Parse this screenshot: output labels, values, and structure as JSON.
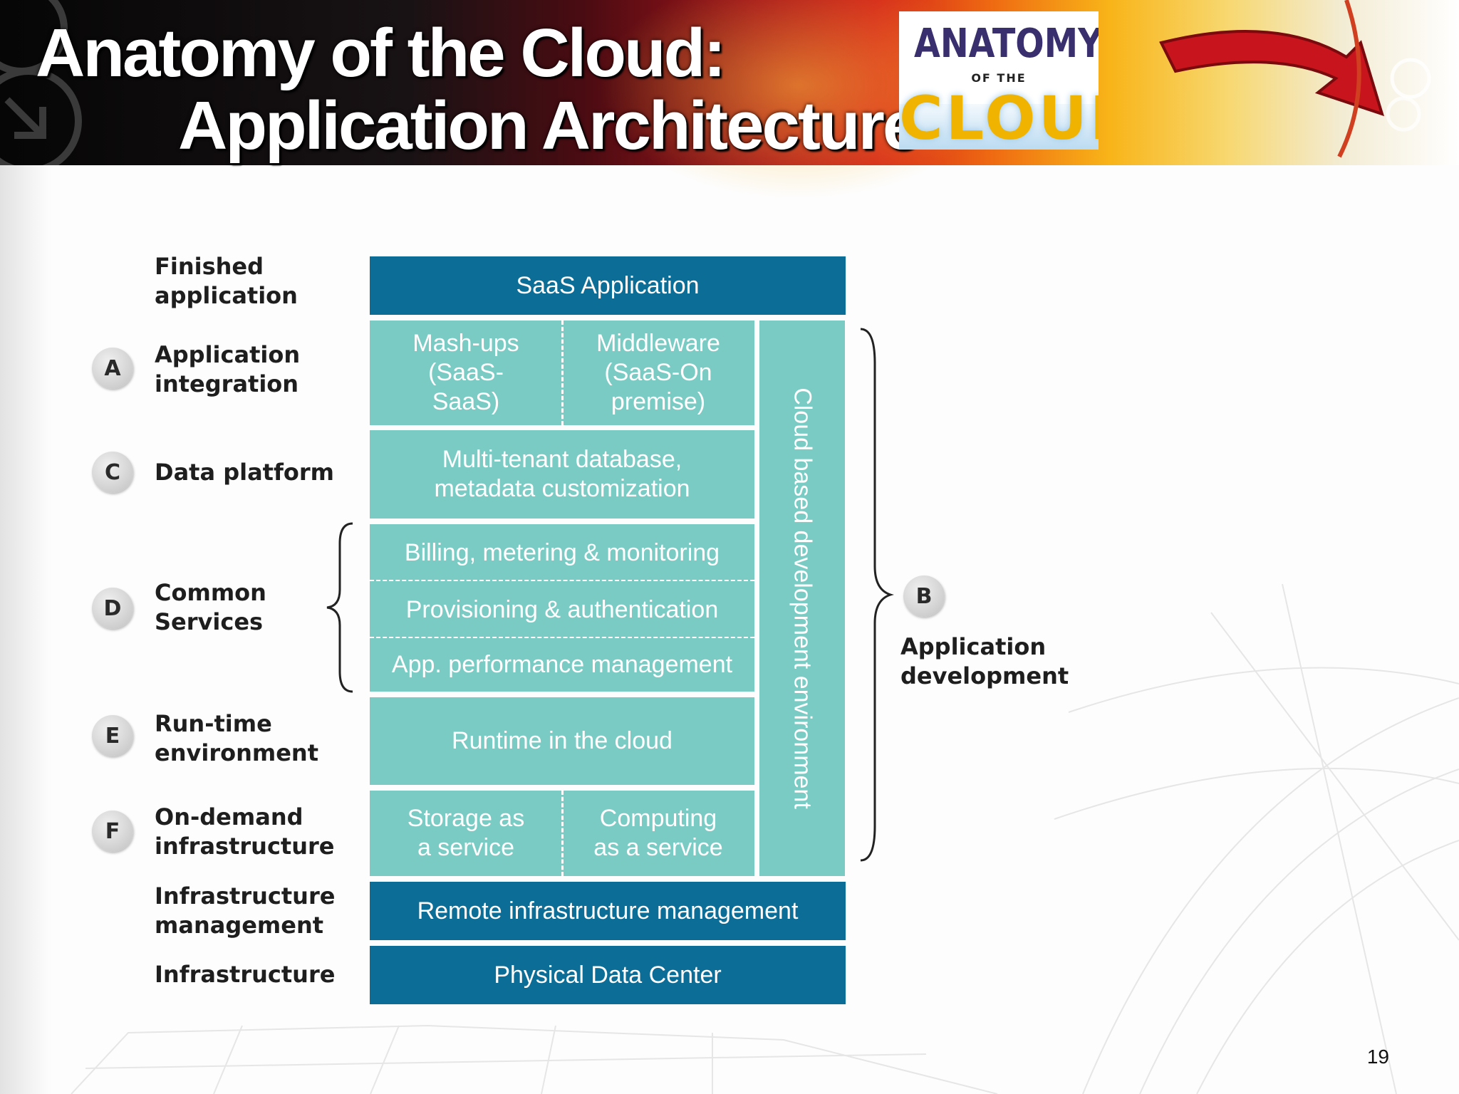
{
  "header": {
    "title_line1": "Anatomy of the Cloud:",
    "title_line2": "Application Architecture",
    "logo": {
      "line1": "ANATOMY",
      "line2": "OF THE",
      "line3": "CLOUD"
    }
  },
  "left_labels": [
    {
      "badge": "",
      "text": "Finished\napplication"
    },
    {
      "badge": "A",
      "text": "Application\nintegration"
    },
    {
      "badge": "C",
      "text": "Data platform"
    },
    {
      "badge": "D",
      "text": "Common\nServices"
    },
    {
      "badge": "E",
      "text": "Run-time\nenvironment"
    },
    {
      "badge": "F",
      "text": "On-demand\ninfrastructure"
    },
    {
      "badge": "",
      "text": "Infrastructure\nmanagement"
    },
    {
      "badge": "",
      "text": "Infrastructure"
    }
  ],
  "diagram": {
    "saas_application": "SaaS Application",
    "mashups": "Mash-ups\n(SaaS-\nSaaS)",
    "middleware": "Middleware\n(SaaS-On\npremise)",
    "multi_tenant": "Multi-tenant database,\nmetadata customization",
    "billing": "Billing, metering & monitoring",
    "provisioning": "Provisioning & authentication",
    "app_performance": "App. performance management",
    "runtime": "Runtime in the cloud",
    "storage": "Storage as\na service",
    "computing": "Computing\nas a service",
    "remote_infra": "Remote infrastructure management",
    "physical_dc": "Physical Data Center",
    "vertical": "Cloud based development environment"
  },
  "right_label": {
    "badge": "B",
    "text": "Application\ndevelopment"
  },
  "colors": {
    "dark_box": "#0c6d96",
    "light_box": "#7acbc4"
  },
  "page_number": "19"
}
